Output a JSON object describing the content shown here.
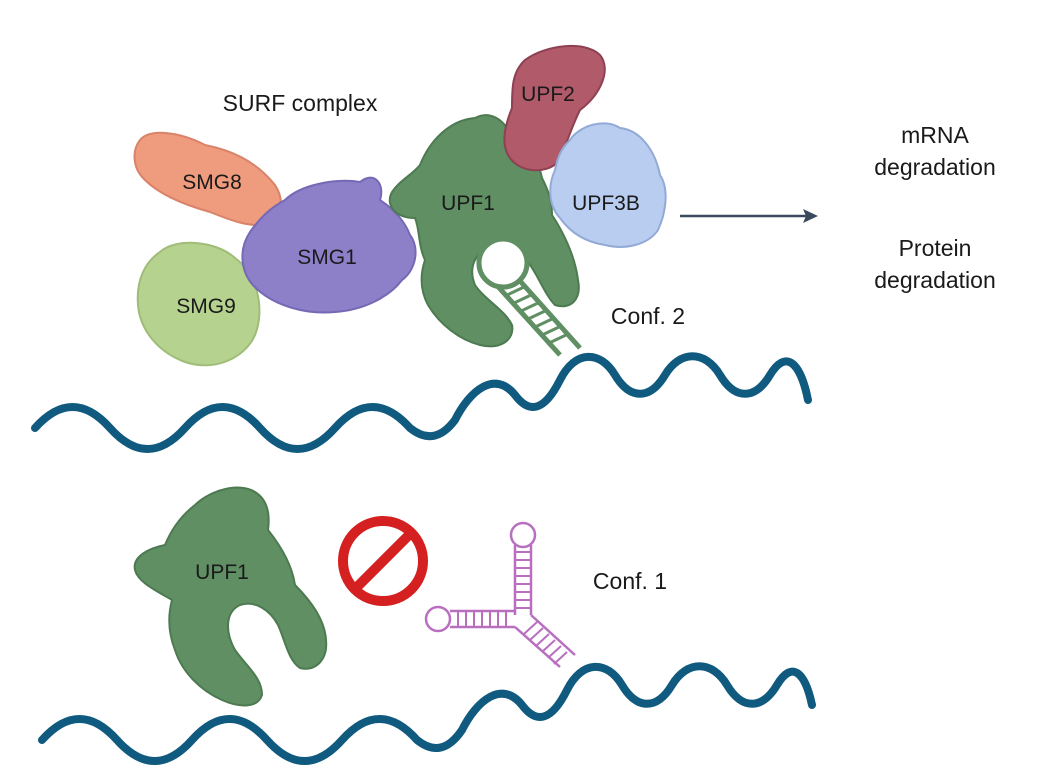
{
  "title": "SURF complex",
  "proteins": {
    "smg8": "SMG8",
    "smg1": "SMG1",
    "smg9": "SMG9",
    "upf1_top": "UPF1",
    "upf2": "UPF2",
    "upf3b": "UPF3B",
    "upf1_bottom": "UPF1"
  },
  "outcomes": {
    "mrna_line1": "mRNA",
    "mrna_line2": "degradation",
    "protein_line1": "Protein",
    "protein_line2": "degradation"
  },
  "conformations": {
    "conf2": "Conf. 2",
    "conf1": "Conf. 1"
  },
  "colors": {
    "upf1": "#5f8f63",
    "upf2": "#b05a6a",
    "upf3b": "#b9cdf0",
    "smg1": "#8d80c9",
    "smg8": "#ef9b7e",
    "smg9": "#b5d38e",
    "rna": "#0f5a7e",
    "hairpin_conf2": "#5f8f63",
    "structure_conf1": "#b86fc0",
    "prohibit": "#d42020",
    "arrow": "#3a4a5c"
  },
  "icons": {
    "prohibited": "prohibition-sign-icon",
    "arrow": "arrow-right-icon"
  }
}
